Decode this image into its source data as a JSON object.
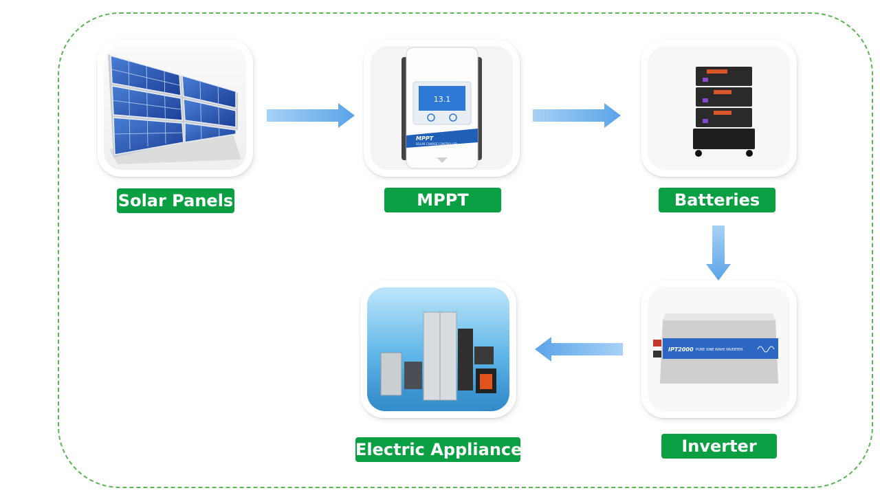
{
  "nodes": {
    "solar_panels": {
      "label": "Solar Panels"
    },
    "mppt": {
      "label": "MPPT",
      "device_brand": "MPPT",
      "device_subtitle": "SOLAR CHARGE CONTROLLER",
      "display_value": "13.1"
    },
    "batteries": {
      "label": "Batteries"
    },
    "inverter": {
      "label": "Inverter",
      "model": "IPT2000",
      "description": "PURE SINE WAVE INVERTER"
    },
    "appliance": {
      "label": "Electric Appliance"
    }
  },
  "colors": {
    "label_bg": "#0a9f43",
    "frame_border": "#5ab552",
    "arrow": "#7db8ee"
  },
  "icons": {
    "solar_panels": "solar-panel-image",
    "mppt": "charge-controller-image",
    "batteries": "battery-stack-image",
    "inverter": "inverter-image",
    "appliance": "appliances-image"
  }
}
